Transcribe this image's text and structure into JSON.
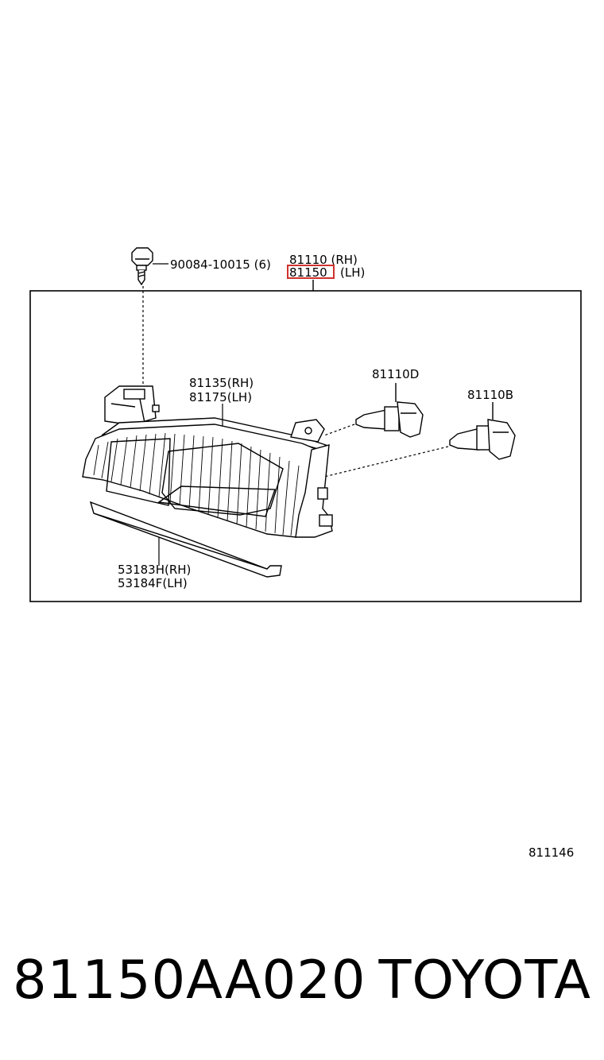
{
  "labels": {
    "bolt": "90084-10015 (6)",
    "assembly_rh": "81110 (RH)",
    "assembly_lh_code": "81150",
    "assembly_lh_side": "(LH)",
    "lens_rh": "81135(RH)",
    "lens_lh": "81175(LH)",
    "bulb_d": "81110D",
    "bulb_b": "81110B",
    "trim_rh": "53183H(RH)",
    "trim_lh": "53184F(LH)",
    "diagram_id": "811146"
  },
  "footer": {
    "part_number": "81150AA020",
    "brand": "TOYOTA"
  },
  "colors": {
    "highlight": "#d0312d",
    "line": "#000000"
  }
}
